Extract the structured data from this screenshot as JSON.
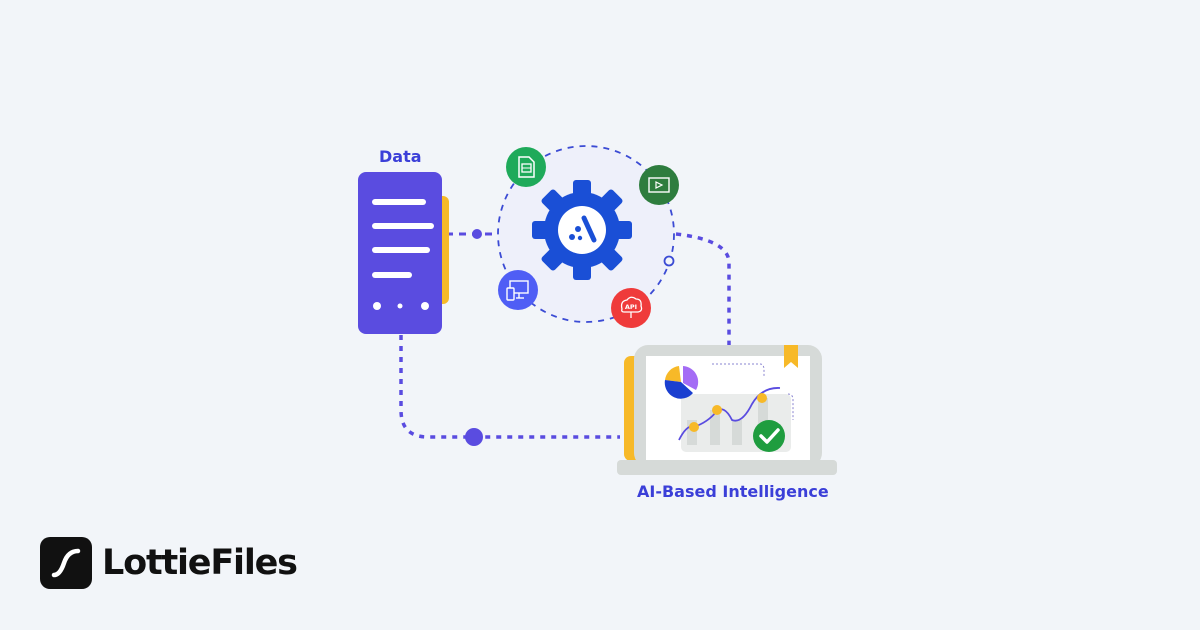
{
  "diagram": {
    "nodes": {
      "data": {
        "label": "Data"
      },
      "engine": {
        "label": ""
      },
      "output": {
        "label": "AI-Based Intelligence"
      }
    },
    "orbit_icons": [
      {
        "name": "spreadsheet-icon",
        "color": "#1faa5a"
      },
      {
        "name": "video-icon",
        "color": "#2e7d3e"
      },
      {
        "name": "devices-icon",
        "color": "#4f5ef5"
      },
      {
        "name": "api-icon",
        "color": "#ef3b3b"
      }
    ],
    "colors": {
      "accent": "#5a4ce0",
      "server": "#5a4ce0",
      "gear": "#1a4fd6",
      "yellow": "#f7b928",
      "laptop_frame": "#d6dad8",
      "check": "#1f9d3f",
      "background": "#f2f5f9"
    }
  },
  "brand": {
    "name": "LottieFiles"
  }
}
